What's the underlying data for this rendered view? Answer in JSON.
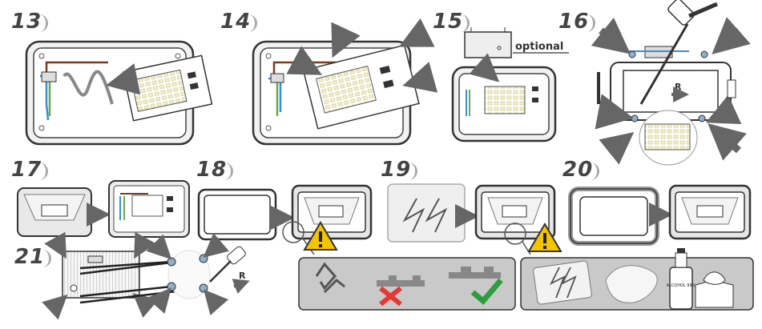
{
  "steps": {
    "s13": "13",
    "s14": "14",
    "s15": "15",
    "s16": "16",
    "s17": "17",
    "s18": "18",
    "s19": "19",
    "s20": "20",
    "s21": "21"
  },
  "labels": {
    "optional": "optional",
    "rotate_16": "R",
    "rotate_21": "R",
    "bottle_label": "ALCOHOL 99%"
  },
  "colors": {
    "outline": "#333333",
    "arrow": "#777777",
    "warning": "#f4c400",
    "cross": "#e53935",
    "check": "#2e9d3e",
    "wire_blue": "#3a8fd0",
    "wire_brown": "#7a3b1d",
    "wire_green": "#6aa84f"
  }
}
